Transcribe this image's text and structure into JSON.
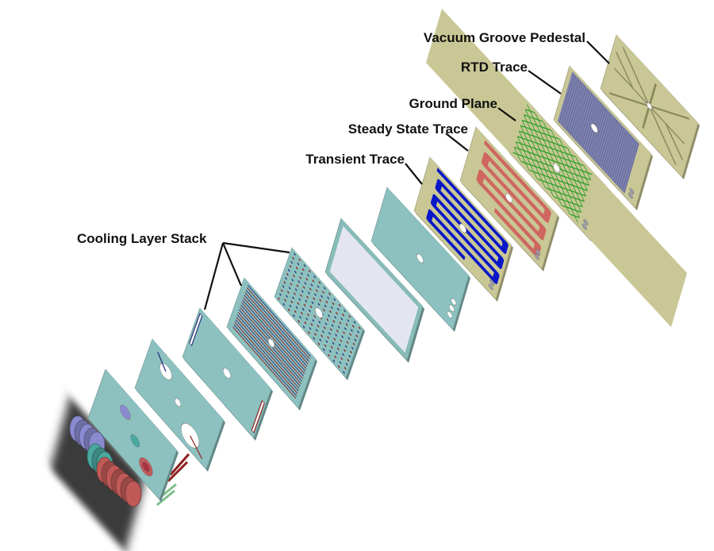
{
  "labels": {
    "vacuum_groove_pedestal": "Vacuum Groove Pedestal",
    "rtd_trace": "RTD Trace",
    "ground_plane": "Ground Plane",
    "steady_state_trace": "Steady State Trace",
    "transient_trace": "Transient Trace",
    "cooling_layer_stack": "Cooling Layer Stack"
  },
  "colors": {
    "teal_plate": "#8cc1bf",
    "ceramic_plate": "#c9c795",
    "transient_trace": "#0a17c8",
    "steady_state_trace": "#cf6660",
    "ground_plane": "#2fa02a",
    "rtd_trace": "#7f83b0",
    "cooling_red": "#8e1c1c",
    "cooling_blue": "#2a2f7a"
  }
}
